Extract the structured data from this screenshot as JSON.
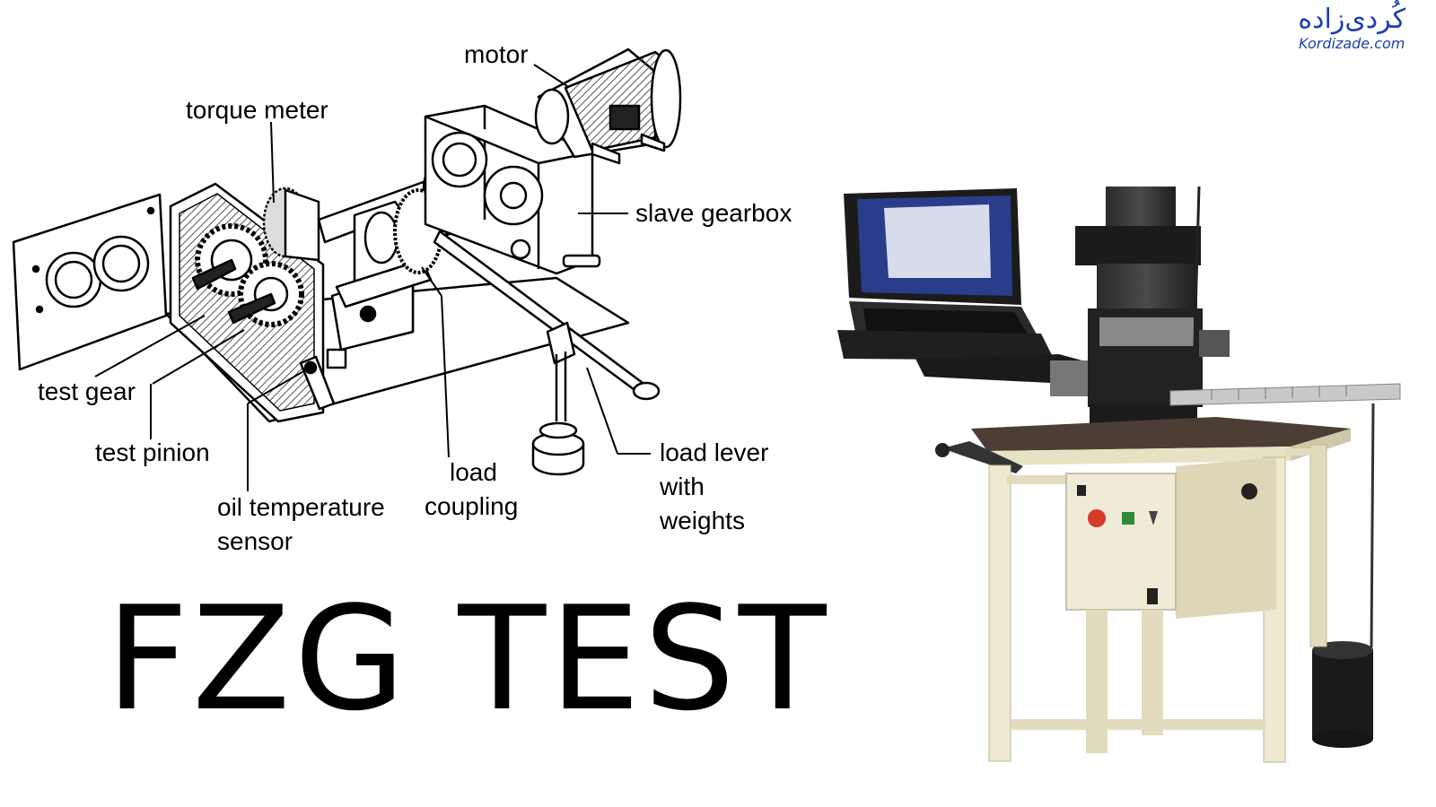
{
  "title": "FZG TEST",
  "logo": {
    "text_fa": "کُردی‌زاده",
    "text_en": "Kordizade.com"
  },
  "labels": {
    "motor": "motor",
    "torque_meter": "torque meter",
    "slave_gearbox": "slave gearbox",
    "test_gear": "test gear",
    "test_pinion": "test pinion",
    "oil_temperature_sensor_1": "oil temperature",
    "oil_temperature_sensor_2": "sensor",
    "load_coupling_1": "load",
    "load_coupling_2": "coupling",
    "load_lever_1": "load lever",
    "load_lever_2": "with",
    "load_lever_3": "weights"
  }
}
